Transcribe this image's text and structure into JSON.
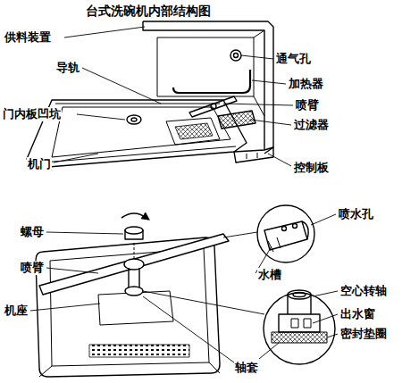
{
  "diagram": {
    "title": "台式洗碗机内部结构图",
    "labels": [
      "供料装置",
      "通气孔",
      "导轨",
      "加热器",
      "喷臂",
      "门内板凹坑",
      "过滤器",
      "机门",
      "控制板",
      "螺母",
      "喷水孔",
      "喷臂",
      "水槽",
      "空心转轴",
      "机座",
      "出水窗",
      "密封垫圈",
      "轴套"
    ]
  }
}
